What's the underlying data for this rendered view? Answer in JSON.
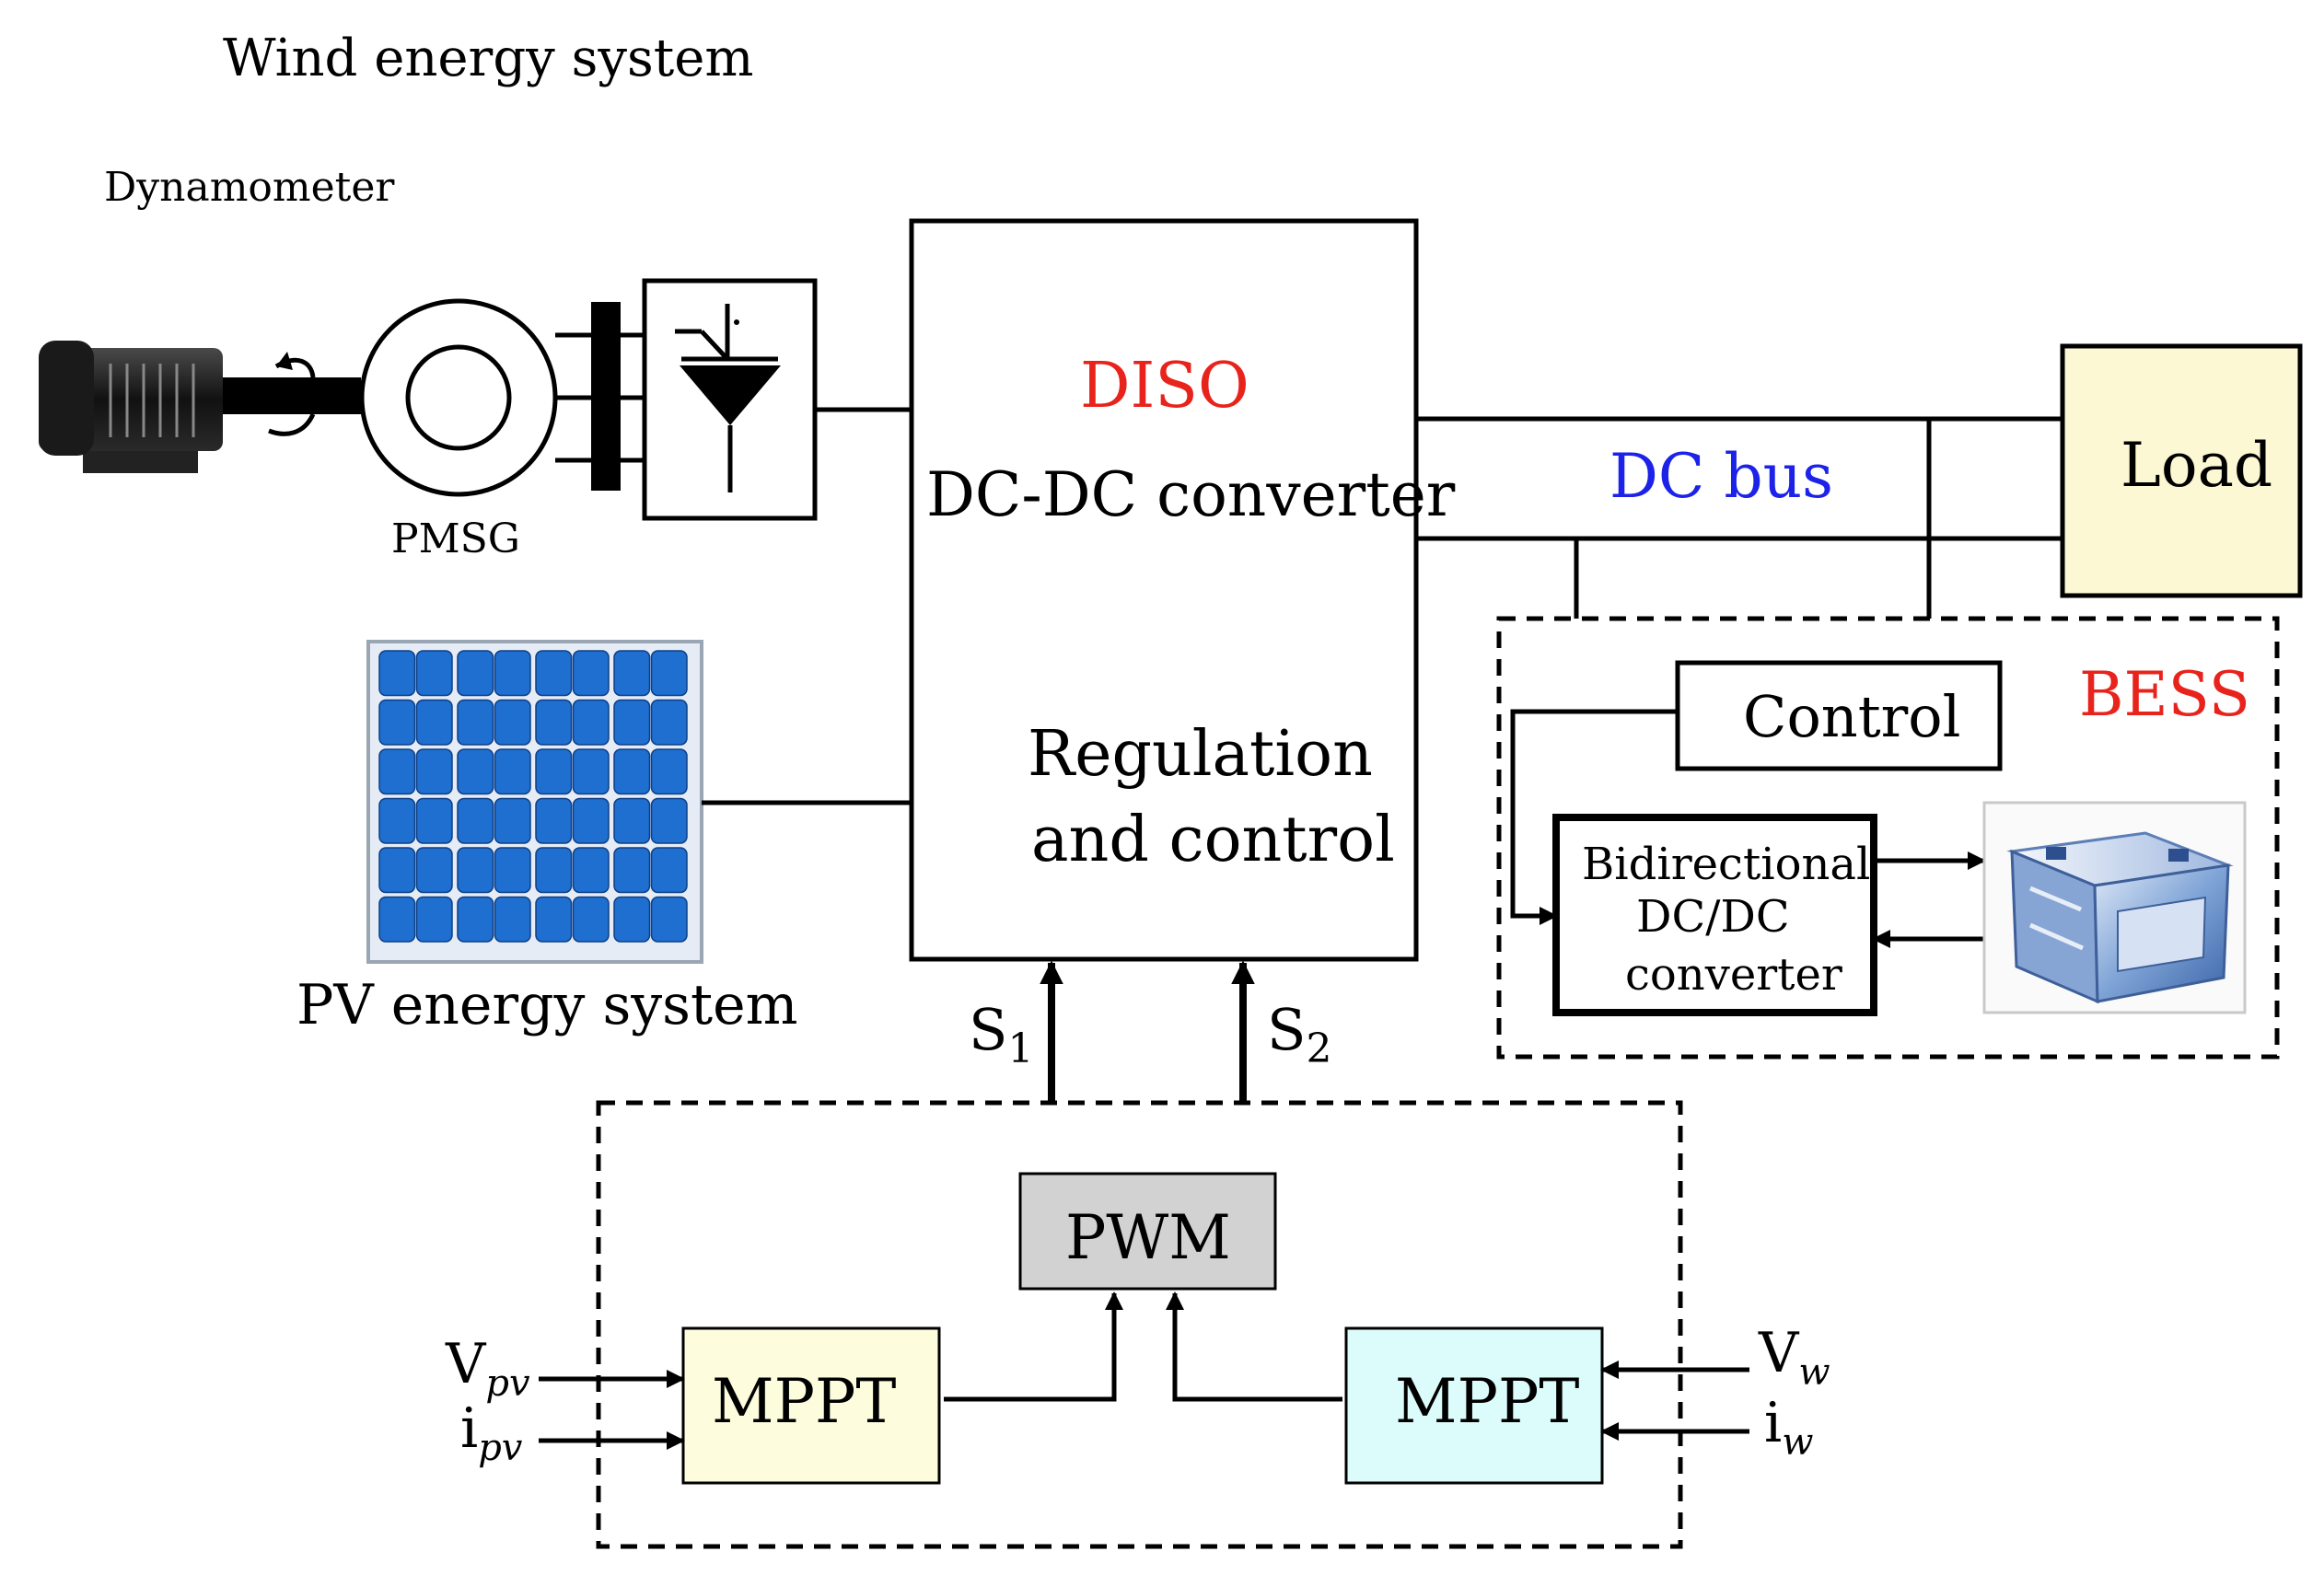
{
  "labels": {
    "wind_energy_system": "Wind energy system",
    "dynamometer": "Dynamometer",
    "pmsg": "PMSG",
    "pv_energy_system": "PV energy system",
    "diso": "DISO",
    "dcdc_converter": "DC-DC converter",
    "regulation": "Regulation",
    "and_control": "and control",
    "dc_bus": "DC bus",
    "load": "Load",
    "bess": "BESS",
    "control": "Control",
    "bidirectional": "Bidirectional",
    "dcdc_slash": "DC/DC",
    "converter": "converter",
    "pwm": "PWM",
    "mppt_pv": "MPPT",
    "mppt_wind": "MPPT",
    "s1_main": "S",
    "s1_sub": "1",
    "s2_main": "S",
    "s2_sub": "2",
    "vpv_main": "V",
    "vpv_sub": "pv",
    "ipv_main": "i",
    "ipv_sub": "pv",
    "vw_main": "V",
    "vw_sub": "w",
    "iw_main": "i",
    "iw_sub": "w"
  },
  "colors": {
    "diso_text": "#e8231c",
    "bess_text": "#e8231c",
    "dc_bus_text": "#1c22e8",
    "load_fill": "#fbf8d3",
    "mppt_pv_fill": "#fdfcdc",
    "mppt_wind_fill": "#dcfbfb",
    "pwm_fill": "#d2d2d2",
    "pv_cell": "#1f6fd0"
  }
}
